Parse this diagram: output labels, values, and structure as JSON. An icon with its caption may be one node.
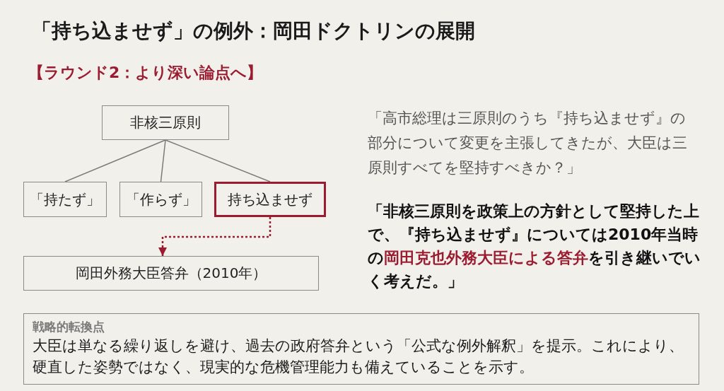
{
  "diagram": {
    "title": "「持ち込ませず」の例外：岡田ドクトリンの展開",
    "nodes": [
      {
        "text": [
          "非核三原則"
        ]
      },
      {
        "text": [
          "「持たず」"
        ]
      },
      {
        "text": [
          "「作らず」"
        ]
      },
      {
        "text": [
          "持ち込ませず"
        ]
      },
      {
        "text": [
          "岡田外務大臣答弁（2010年）"
        ]
      },
      {
        "text": [
          "戦略的転換点",
          "大臣は単なる繰り返しを避け、過去の政府答弁という「公式な例外解釈」を提示。これにより、硬直した姿勢ではなく、現実的な危機管理能力も備えていることを示す。"
        ]
      }
    ],
    "edges": [
      {
        "from": 0,
        "to": 1,
        "arrow": "none"
      },
      {
        "from": 0,
        "to": 2,
        "arrow": "none"
      },
      {
        "from": 0,
        "to": 3,
        "arrow": "none"
      },
      {
        "from": 3,
        "to": 4,
        "arrow": "to",
        "style": "dashed",
        "color": "#9b1b30"
      }
    ],
    "labels": [
      "【ラウンド2：より深い論点へ】",
      "「高市総理は三原則のうち『持ち込ませず』の部分について変更を主張してきたが、大臣は三原則すべてを堅持すべきか？」",
      "「非核三原則を政策上の方針として堅持した上で、『持ち込ませず』については2010年当時の",
      "岡田克也外務大臣による答弁",
      "を引き継いでいく考えだ。」"
    ]
  }
}
